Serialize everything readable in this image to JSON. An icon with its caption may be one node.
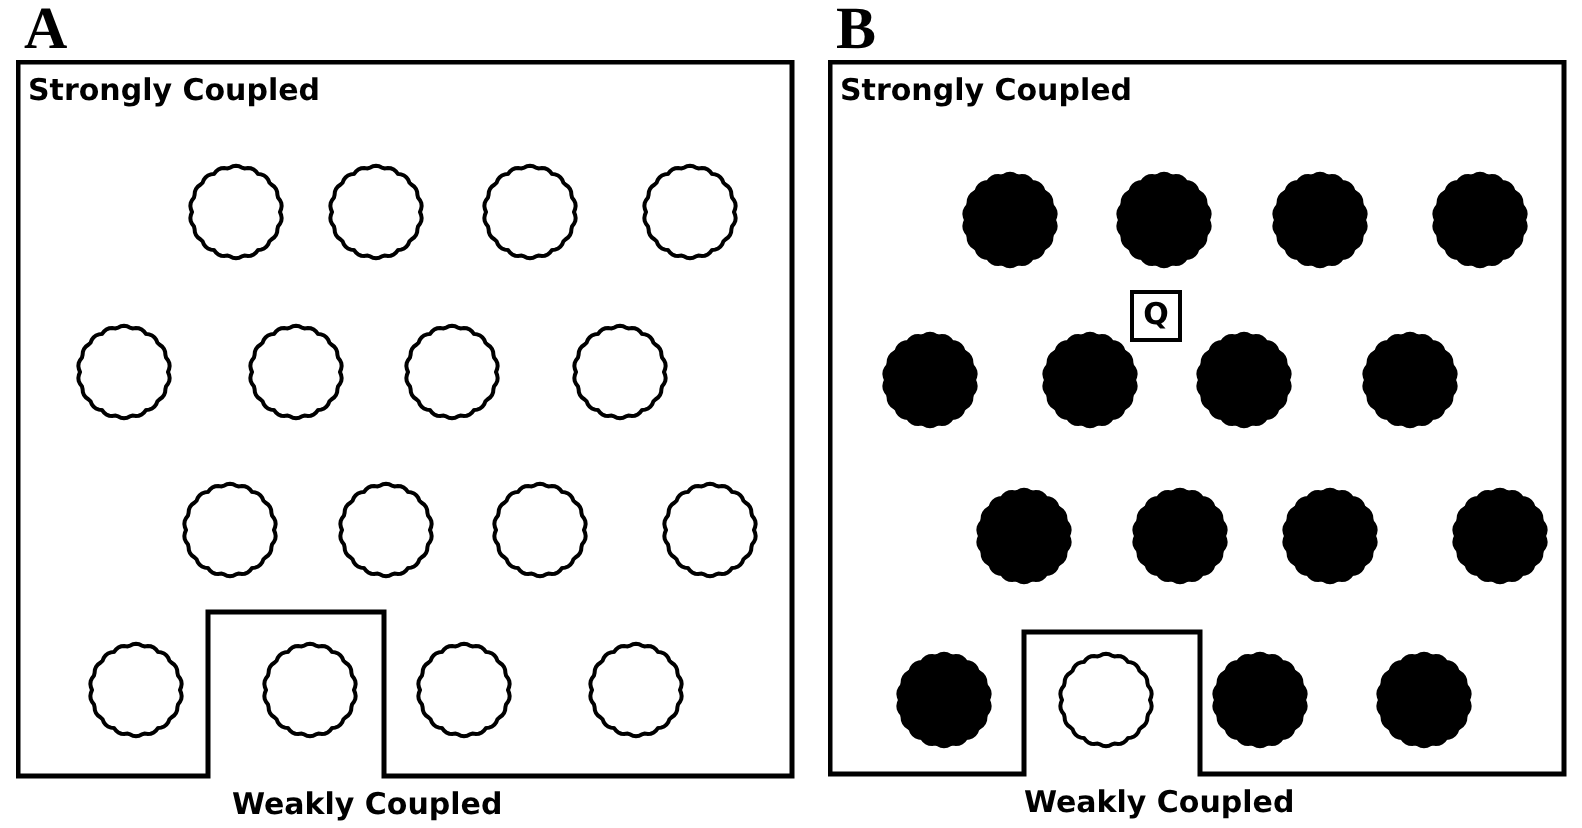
{
  "diagram": {
    "nodes": [
      {
        "text": [
          "Strongly Coupled",
          "Weakly Coupled"
        ]
      },
      {
        "text": [
          "Strongly Coupled",
          "Weakly Coupled"
        ]
      },
      {
        "text": [
          "Q"
        ],
        "in": 1
      }
    ],
    "labels": [
      "A",
      "B"
    ]
  }
}
